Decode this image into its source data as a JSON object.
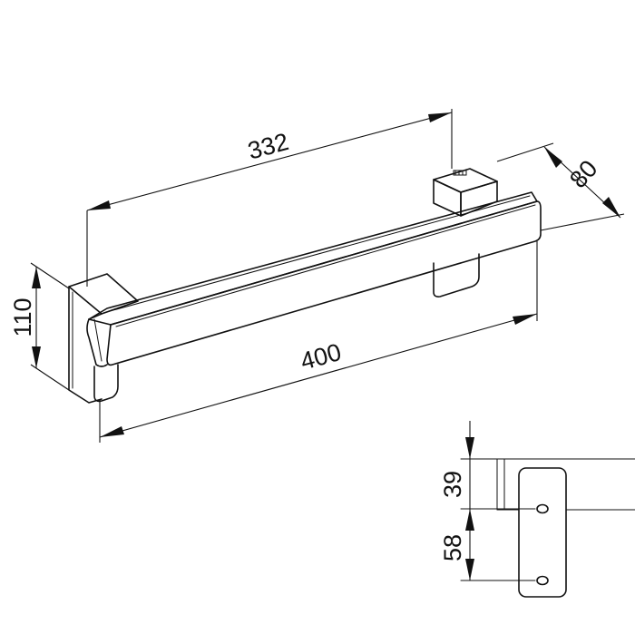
{
  "dimensions": {
    "length_332": "332",
    "length_400": "400",
    "height_110": "110",
    "depth_80": "80",
    "detail_39": "39",
    "detail_58": "58"
  }
}
